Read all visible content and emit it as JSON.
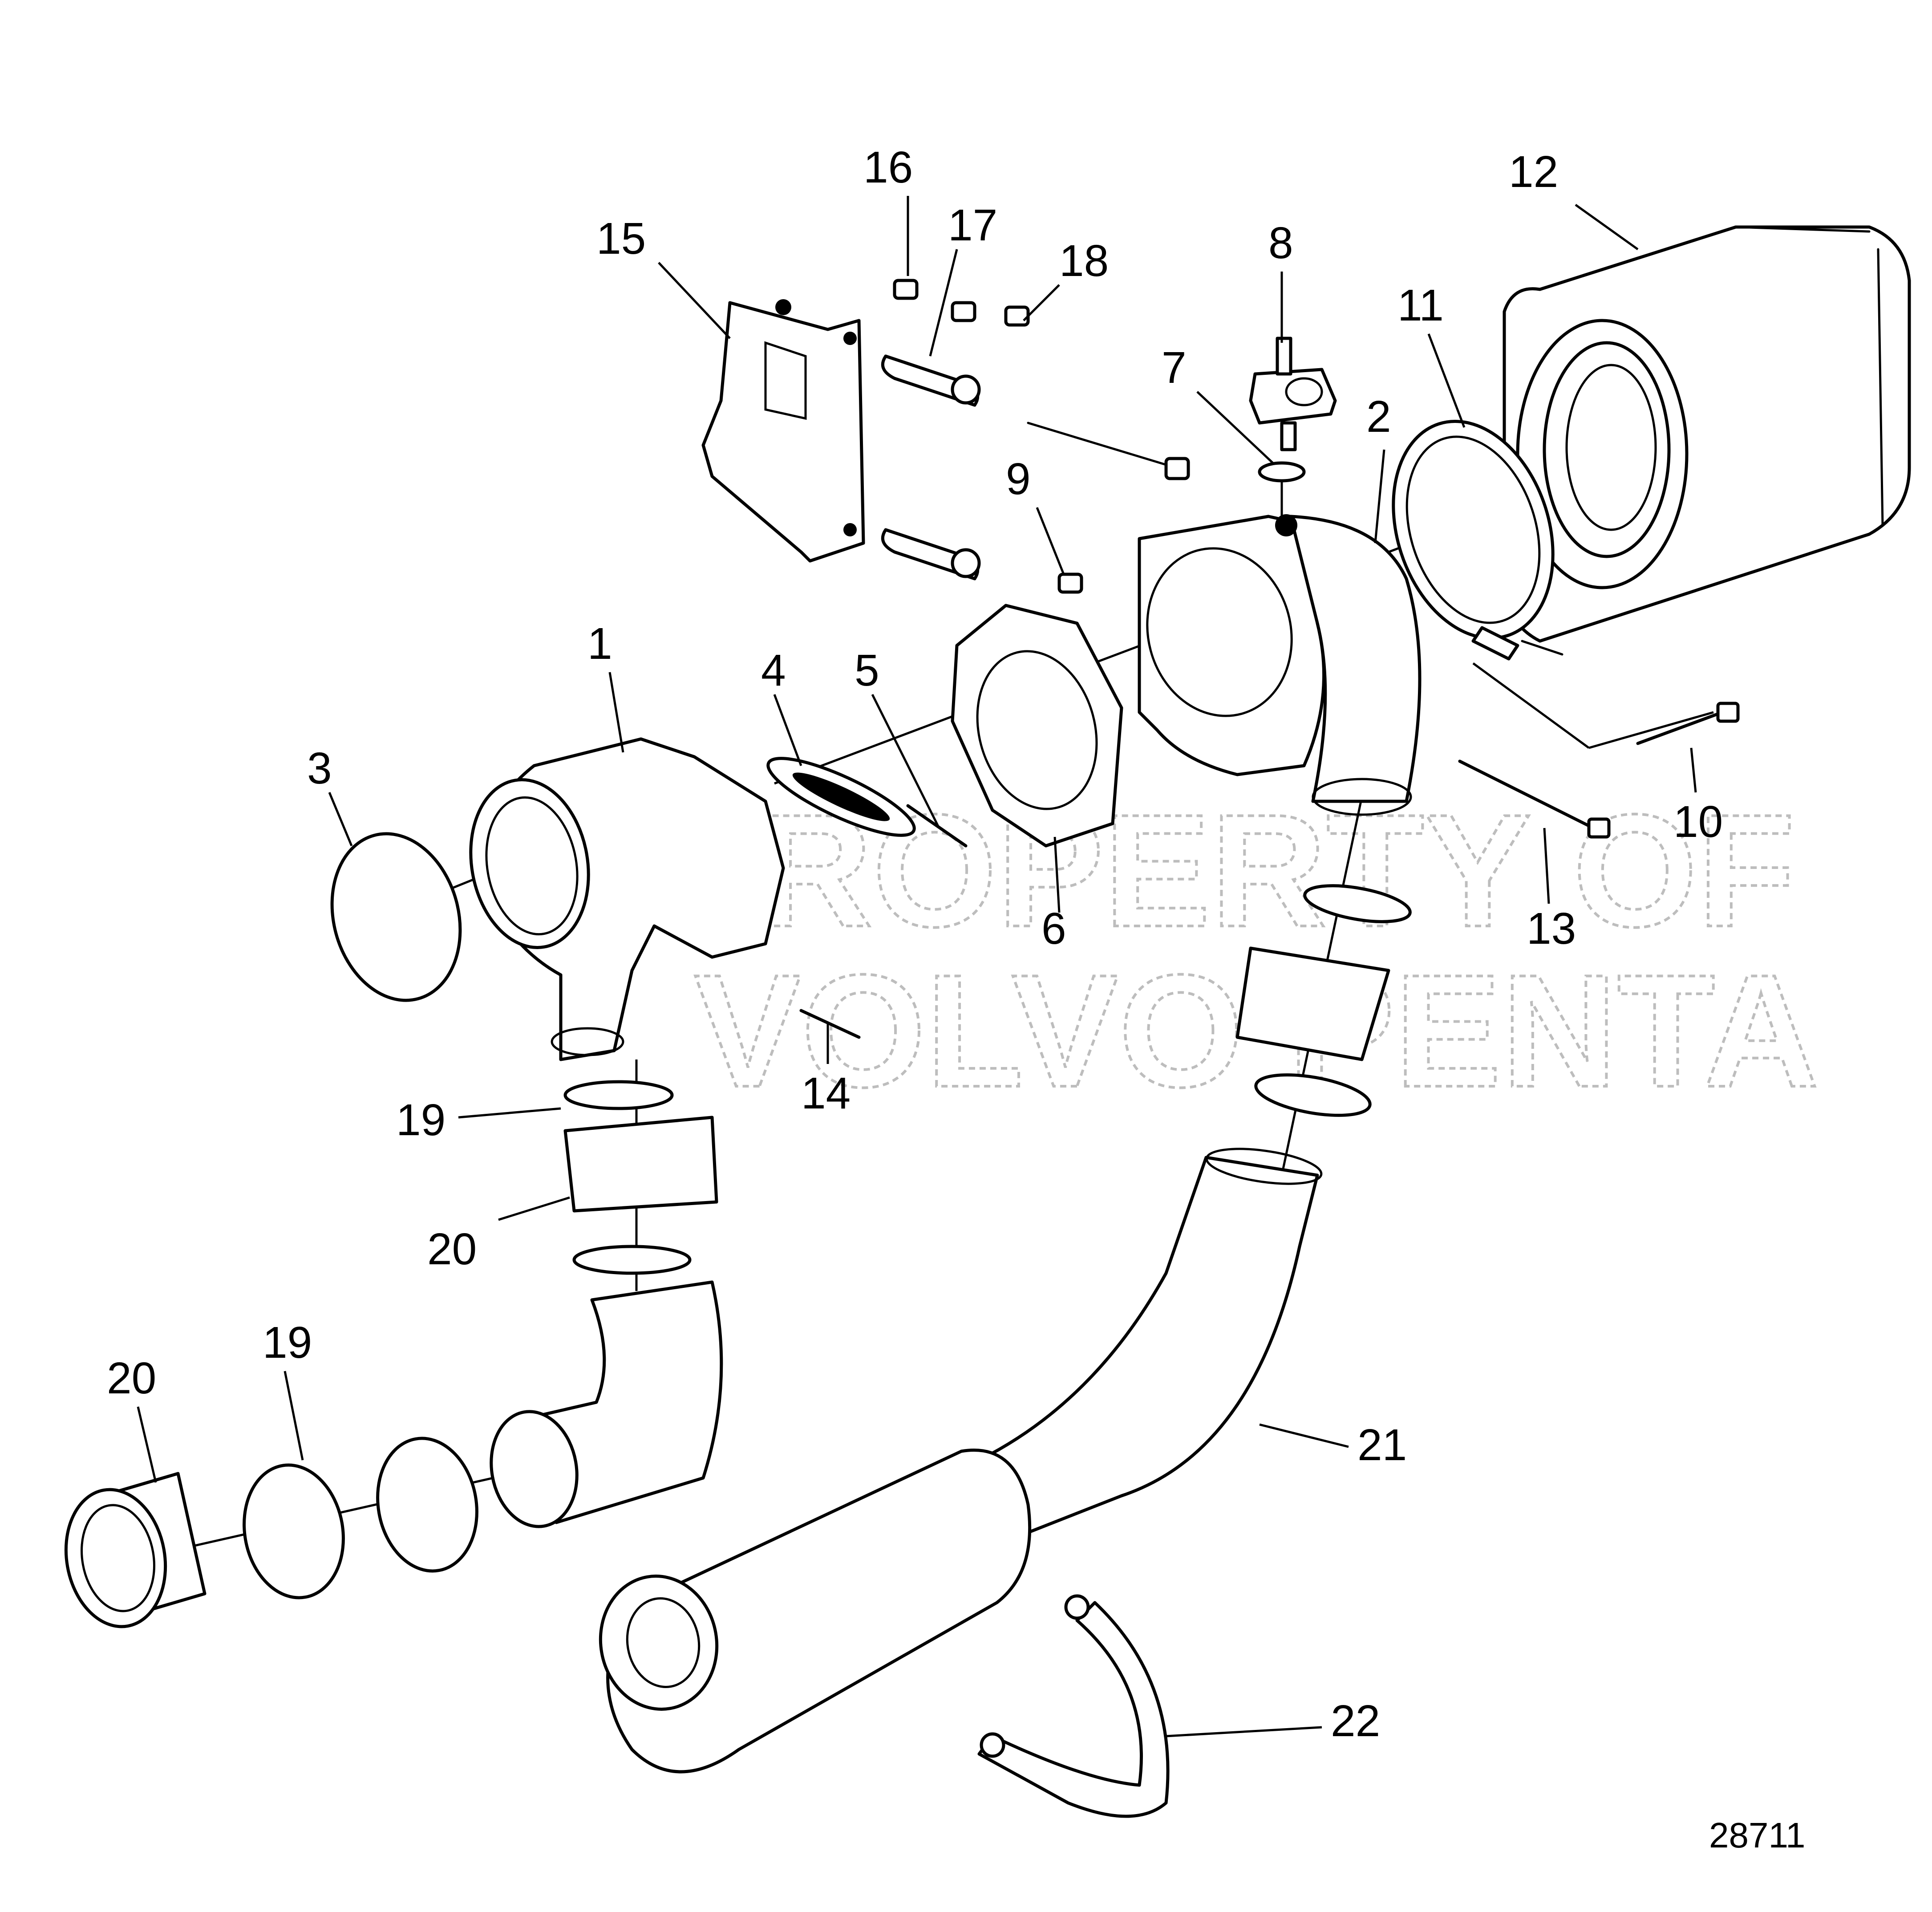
{
  "figure_number": "28711",
  "watermark": {
    "line1": "PROPERTY OF",
    "line2": "VOLVO PENTA"
  },
  "callouts": [
    {
      "id": "1",
      "label": "1"
    },
    {
      "id": "2",
      "label": "2"
    },
    {
      "id": "3",
      "label": "3"
    },
    {
      "id": "4",
      "label": "4"
    },
    {
      "id": "5",
      "label": "5"
    },
    {
      "id": "6",
      "label": "6"
    },
    {
      "id": "7",
      "label": "7"
    },
    {
      "id": "8",
      "label": "8"
    },
    {
      "id": "9",
      "label": "9"
    },
    {
      "id": "10",
      "label": "10"
    },
    {
      "id": "11",
      "label": "11"
    },
    {
      "id": "12",
      "label": "12"
    },
    {
      "id": "13",
      "label": "13"
    },
    {
      "id": "14",
      "label": "14"
    },
    {
      "id": "15",
      "label": "15"
    },
    {
      "id": "16",
      "label": "16"
    },
    {
      "id": "17",
      "label": "17"
    },
    {
      "id": "18",
      "label": "18"
    },
    {
      "id": "19a",
      "label": "19"
    },
    {
      "id": "19b",
      "label": "19"
    },
    {
      "id": "20a",
      "label": "20"
    },
    {
      "id": "20b",
      "label": "20"
    },
    {
      "id": "21",
      "label": "21"
    },
    {
      "id": "22",
      "label": "22"
    }
  ]
}
